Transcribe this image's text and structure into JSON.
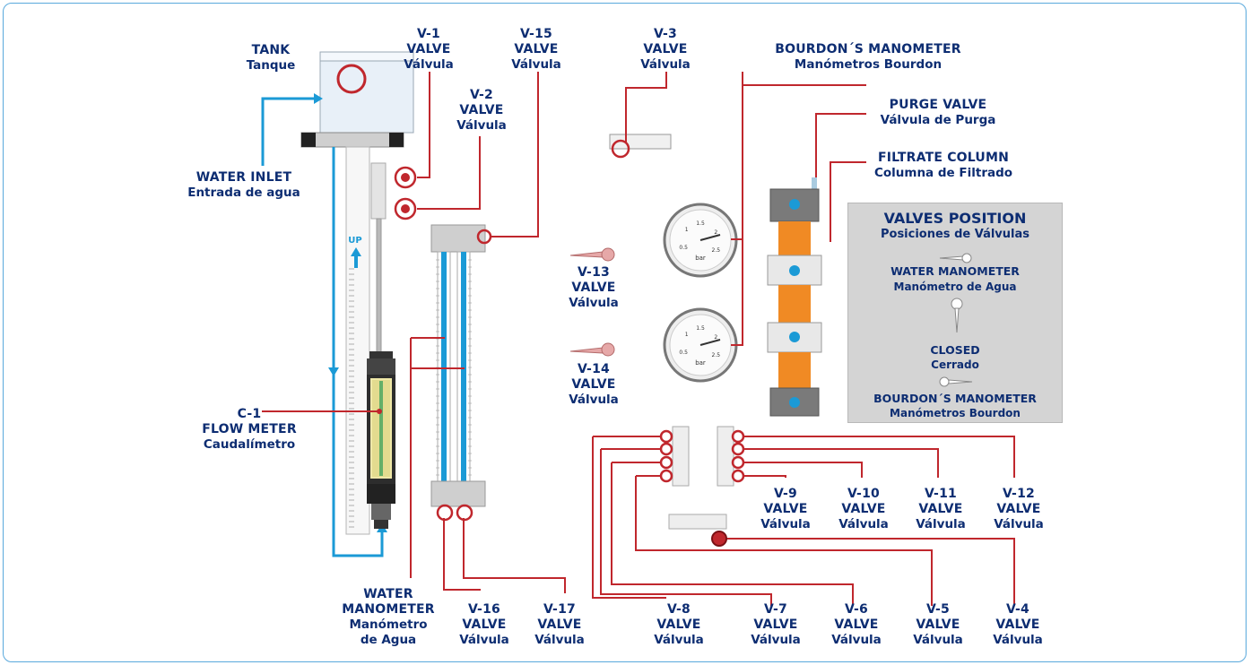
{
  "labels": {
    "tank": {
      "title": "TANK",
      "sub": "Tanque"
    },
    "water_inlet": {
      "title": "WATER INLET",
      "sub": "Entrada de agua"
    },
    "flow_meter": {
      "tag": "C-1",
      "title": "FLOW METER",
      "sub": "Caudalímetro"
    },
    "water_manometer": {
      "l1": "WATER",
      "l2": "MANOMETER",
      "l3": "Manómetro",
      "l4": "de Agua"
    },
    "bourdon_manometer": {
      "title": "BOURDON´S MANOMETER",
      "sub": "Manómetros Bourdon"
    },
    "purge_valve": {
      "title": "PURGE VALVE",
      "sub": "Válvula de Purga"
    },
    "filtrate_column": {
      "title": "FILTRATE COLUMN",
      "sub": "Columna de Filtrado"
    },
    "up_arrow": "UP"
  },
  "valve_text": {
    "type": "VALVE",
    "spanish": "Válvula"
  },
  "valves": [
    {
      "id": "v1",
      "tag": "V-1"
    },
    {
      "id": "v2",
      "tag": "V-2"
    },
    {
      "id": "v3",
      "tag": "V-3"
    },
    {
      "id": "v4",
      "tag": "V-4"
    },
    {
      "id": "v5",
      "tag": "V-5"
    },
    {
      "id": "v6",
      "tag": "V-6"
    },
    {
      "id": "v7",
      "tag": "V-7"
    },
    {
      "id": "v8",
      "tag": "V-8"
    },
    {
      "id": "v9",
      "tag": "V-9"
    },
    {
      "id": "v10",
      "tag": "V-10"
    },
    {
      "id": "v11",
      "tag": "V-11"
    },
    {
      "id": "v12",
      "tag": "V-12"
    },
    {
      "id": "v13",
      "tag": "V-13"
    },
    {
      "id": "v14",
      "tag": "V-14"
    },
    {
      "id": "v15",
      "tag": "V-15"
    },
    {
      "id": "v16",
      "tag": "V-16"
    },
    {
      "id": "v17",
      "tag": "V-17"
    }
  ],
  "valves_position_panel": {
    "title": "VALVES POSITION",
    "subtitle": "Posiciones de Válvulas",
    "water_manometer": "WATER MANOMETER",
    "water_manometer_es": "Manómetro de Agua",
    "closed": "CLOSED",
    "closed_es": "Cerrado",
    "bourdon": "BOURDON´S MANOMETER",
    "bourdon_es": "Manómetros Bourdon"
  },
  "gauges": {
    "unit": "bar",
    "ticks": [
      "0.5",
      "1",
      "1.5",
      "2",
      "2.5"
    ]
  },
  "colors": {
    "label": "#0d2d72",
    "leader": "#c0272d",
    "water": "#1b9ad6",
    "filter": "#f08a24",
    "panel": "#d4d4d4"
  }
}
